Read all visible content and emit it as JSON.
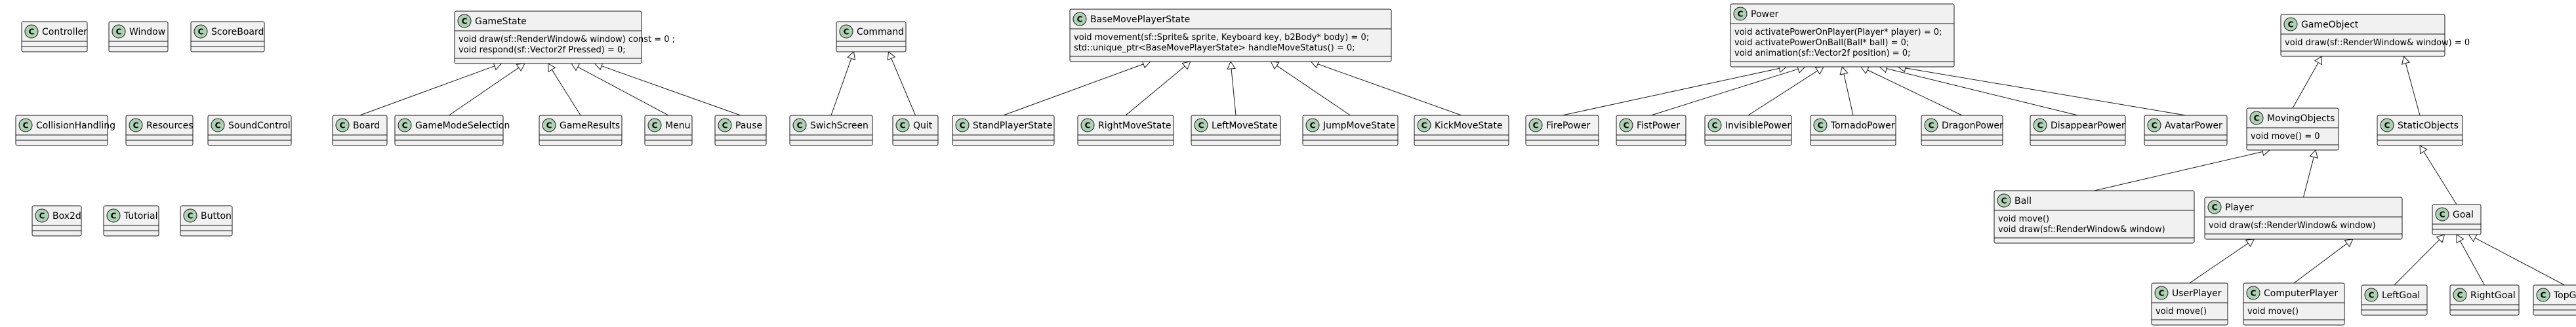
{
  "diagram": {
    "type": "uml-class-diagram",
    "stereotype_letter": "C",
    "classes": [
      {
        "id": "Controller",
        "name": "Controller",
        "members": []
      },
      {
        "id": "Window",
        "name": "Window",
        "members": []
      },
      {
        "id": "ScoreBoard",
        "name": "ScoreBoard",
        "members": []
      },
      {
        "id": "CollisionHandling",
        "name": "CollisionHandling",
        "members": []
      },
      {
        "id": "Resources",
        "name": "Resources",
        "members": []
      },
      {
        "id": "SoundControl",
        "name": "SoundControl",
        "members": []
      },
      {
        "id": "Box2d",
        "name": "Box2d",
        "members": []
      },
      {
        "id": "Tutorial",
        "name": "Tutorial",
        "members": []
      },
      {
        "id": "Button",
        "name": "Button",
        "members": []
      },
      {
        "id": "GameState",
        "name": "GameState",
        "members": [
          "void draw(sf::RenderWindow& window) const = 0 ;",
          "void respond(sf::Vector2f Pressed) = 0;"
        ]
      },
      {
        "id": "Board",
        "name": "Board",
        "members": []
      },
      {
        "id": "GameModeSelection",
        "name": "GameModeSelection",
        "members": []
      },
      {
        "id": "GameResults",
        "name": "GameResults",
        "members": []
      },
      {
        "id": "Menu",
        "name": "Menu",
        "members": []
      },
      {
        "id": "Pause",
        "name": "Pause",
        "members": []
      },
      {
        "id": "Command",
        "name": "Command",
        "members": []
      },
      {
        "id": "SwichScreen",
        "name": "SwichScreen",
        "members": []
      },
      {
        "id": "Quit",
        "name": "Quit",
        "members": []
      },
      {
        "id": "BaseMovePlayerState",
        "name": "BaseMovePlayerState",
        "members": [
          "void movement(sf::Sprite& sprite, Keyboard key, b2Body* body) = 0;",
          "std::unique_ptr<BaseMovePlayerState> handleMoveStatus() = 0;"
        ]
      },
      {
        "id": "StandPlayerState",
        "name": "StandPlayerState",
        "members": []
      },
      {
        "id": "RightMoveState",
        "name": "RightMoveState",
        "members": []
      },
      {
        "id": "LeftMoveState",
        "name": "LeftMoveState",
        "members": []
      },
      {
        "id": "JumpMoveState",
        "name": "JumpMoveState",
        "members": []
      },
      {
        "id": "KickMoveState",
        "name": "KickMoveState",
        "members": []
      },
      {
        "id": "Power",
        "name": "Power",
        "members": [
          "void activatePowerOnPlayer(Player* player) = 0;",
          "void activatePowerOnBall(Ball* ball) = 0;",
          "void animation(sf::Vector2f position) = 0;"
        ]
      },
      {
        "id": "FirePower",
        "name": "FirePower",
        "members": []
      },
      {
        "id": "FistPower",
        "name": "FistPower",
        "members": []
      },
      {
        "id": "InvisiblePower",
        "name": "InvisiblePower",
        "members": []
      },
      {
        "id": "TornadoPower",
        "name": "TornadoPower",
        "members": []
      },
      {
        "id": "DragonPower",
        "name": "DragonPower",
        "members": []
      },
      {
        "id": "DisappearPower",
        "name": "DisappearPower",
        "members": []
      },
      {
        "id": "AvatarPower",
        "name": "AvatarPower",
        "members": []
      },
      {
        "id": "GameObject",
        "name": "GameObject",
        "members": [
          "void draw(sf::RenderWindow& window) = 0"
        ]
      },
      {
        "id": "MovingObjects",
        "name": "MovingObjects",
        "members": [
          "void move() = 0"
        ]
      },
      {
        "id": "StaticObjects",
        "name": "StaticObjects",
        "members": []
      },
      {
        "id": "Ball",
        "name": "Ball",
        "members": [
          "void move()",
          "void draw(sf::RenderWindow& window)"
        ]
      },
      {
        "id": "Player",
        "name": "Player",
        "members": [
          "void draw(sf::RenderWindow& window)"
        ]
      },
      {
        "id": "UserPlayer",
        "name": "UserPlayer",
        "members": [
          "void move()"
        ]
      },
      {
        "id": "ComputerPlayer",
        "name": "ComputerPlayer",
        "members": [
          "void move()"
        ]
      },
      {
        "id": "Goal",
        "name": "Goal",
        "members": []
      },
      {
        "id": "LeftGoal",
        "name": "LeftGoal",
        "members": []
      },
      {
        "id": "RightGoal",
        "name": "RightGoal",
        "members": []
      },
      {
        "id": "TopGoal",
        "name": "TopGoal",
        "members": []
      }
    ],
    "inheritance": [
      {
        "child": "Board",
        "parent": "GameState"
      },
      {
        "child": "GameModeSelection",
        "parent": "GameState"
      },
      {
        "child": "GameResults",
        "parent": "GameState"
      },
      {
        "child": "Menu",
        "parent": "GameState"
      },
      {
        "child": "Pause",
        "parent": "GameState"
      },
      {
        "child": "SwichScreen",
        "parent": "Command"
      },
      {
        "child": "Quit",
        "parent": "Command"
      },
      {
        "child": "StandPlayerState",
        "parent": "BaseMovePlayerState"
      },
      {
        "child": "RightMoveState",
        "parent": "BaseMovePlayerState"
      },
      {
        "child": "LeftMoveState",
        "parent": "BaseMovePlayerState"
      },
      {
        "child": "JumpMoveState",
        "parent": "BaseMovePlayerState"
      },
      {
        "child": "KickMoveState",
        "parent": "BaseMovePlayerState"
      },
      {
        "child": "FirePower",
        "parent": "Power"
      },
      {
        "child": "FistPower",
        "parent": "Power"
      },
      {
        "child": "InvisiblePower",
        "parent": "Power"
      },
      {
        "child": "TornadoPower",
        "parent": "Power"
      },
      {
        "child": "DragonPower",
        "parent": "Power"
      },
      {
        "child": "DisappearPower",
        "parent": "Power"
      },
      {
        "child": "AvatarPower",
        "parent": "Power"
      },
      {
        "child": "MovingObjects",
        "parent": "GameObject"
      },
      {
        "child": "StaticObjects",
        "parent": "GameObject"
      },
      {
        "child": "Ball",
        "parent": "MovingObjects"
      },
      {
        "child": "Player",
        "parent": "MovingObjects"
      },
      {
        "child": "UserPlayer",
        "parent": "Player"
      },
      {
        "child": "ComputerPlayer",
        "parent": "Player"
      },
      {
        "child": "Goal",
        "parent": "StaticObjects"
      },
      {
        "child": "LeftGoal",
        "parent": "Goal"
      },
      {
        "child": "RightGoal",
        "parent": "Goal"
      },
      {
        "child": "TopGoal",
        "parent": "Goal"
      }
    ]
  }
}
